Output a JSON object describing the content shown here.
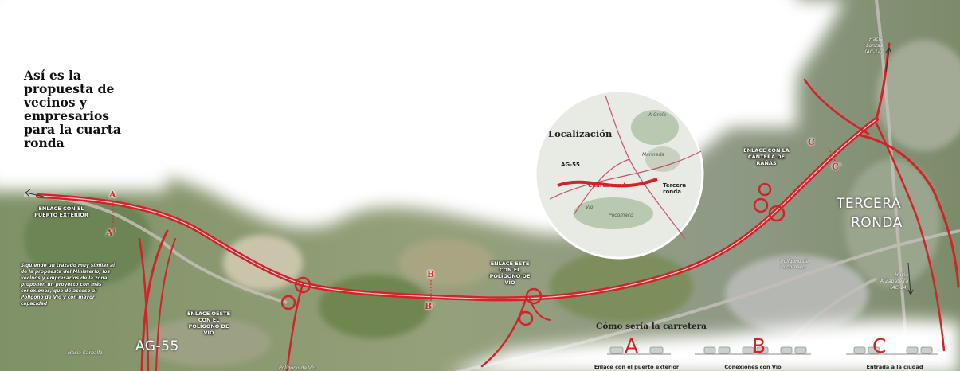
{
  "title": "Así es la propuesta de vecinos y empresarios para la cuarta ronda",
  "description": "Siguiendo un trazado muy similar al de la propuesta del Ministerio, los vecinos y empresarios de la zona proponen un proyecto con más conexiones, que dé acceso al Polígono de Vío y con mayor capacidad",
  "colors": {
    "route": "#d1232a",
    "terrain": "#8a9a6c",
    "fog": "#ffffff"
  },
  "interchanges": {
    "puerto_exterior": "ENLACE CON EL PUERTO EXTERIOR",
    "oeste_vio": "ENLACE OESTE CON EL POLÍGONO DE VÍO",
    "este_vio": "ENLACE ESTE CON EL POLÍGONO DE VÍO",
    "cantera": "ENLACE CON LA CANTERA DE RAÑAS"
  },
  "roads": {
    "ag55": "AG-55",
    "tercera_line1": "TERCERA",
    "tercera_line2": "RONDA"
  },
  "places": {
    "hacia_carballo": "Hacia Carballo",
    "poligono_vio": "Polígono de Vío",
    "poligono_pocomaco": "Polígono de Pocomaco",
    "hacia_lonzas_1": "Hacia",
    "hacia_lonzas_2": "Lonzas",
    "hacia_lonzas_3": "(AC-14)",
    "hacia_zapateira_1": "Hacia",
    "hacia_zapateira_2": "A Zapateira",
    "hacia_zapateira_3": "(AC-14)"
  },
  "section_markers": {
    "a": "A",
    "a_prime": "A'",
    "b": "B",
    "b_prime": "B'",
    "c": "C",
    "c_prime": "C'"
  },
  "location_inset": {
    "title": "Localización",
    "ag55": "AG-55",
    "cuarta_ronda": "Cuarta ronda",
    "tercera_1": "Tercera",
    "tercera_2": "ronda",
    "a_grela": "A Grela",
    "marineda": "Marineda",
    "vio": "Vío",
    "pocomaco": "Pocomaco"
  },
  "cross_section": {
    "title": "Cómo sería la carretera",
    "a": "A",
    "b": "B",
    "c": "C",
    "a_caption": "Enlace con el puerto exterior",
    "b_caption": "Conexiones con Vío",
    "c_caption": "Entrada a la ciudad"
  }
}
